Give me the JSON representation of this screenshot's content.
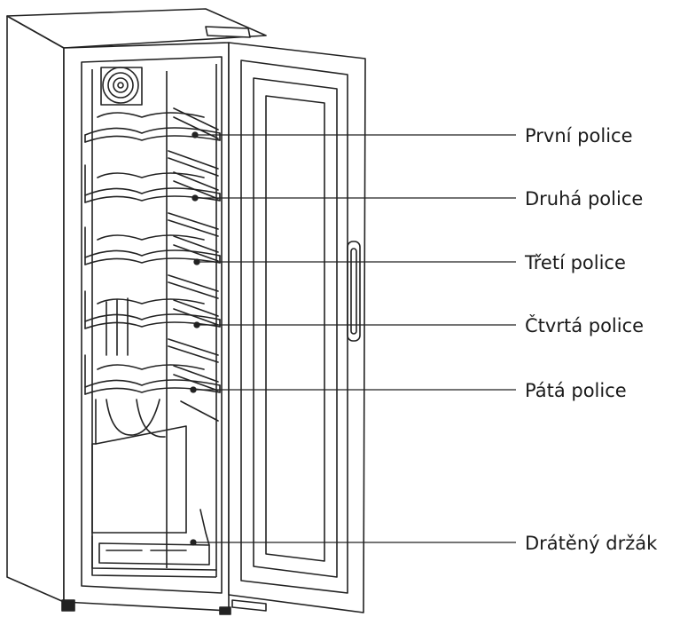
{
  "labels": [
    {
      "id": "shelf-1",
      "text": "První police"
    },
    {
      "id": "shelf-2",
      "text": "Druhá police"
    },
    {
      "id": "shelf-3",
      "text": "Třetí police"
    },
    {
      "id": "shelf-4",
      "text": "Čtvrtá police"
    },
    {
      "id": "shelf-5",
      "text": "Pátá police"
    },
    {
      "id": "wire-holder",
      "text": "Drátěný držák"
    }
  ]
}
